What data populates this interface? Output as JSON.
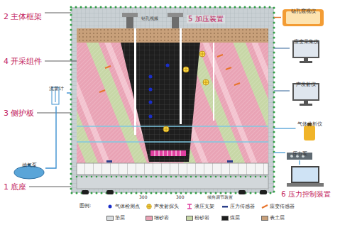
{
  "diagram": {
    "nodes": [
      {
        "text": [
          "2 主体框架"
        ]
      },
      {
        "text": [
          "钻孔窥视仪"
        ]
      },
      {
        "text": [
          "应变采集仪"
        ]
      },
      {
        "text": [
          "声发射仪"
        ]
      },
      {
        "text": [
          "气体分析仪"
        ]
      },
      {
        "text": [
          "压力泵"
        ]
      },
      {
        "text": [
          "6 压力控制装置"
        ]
      },
      {
        "text": [
          "流量计"
        ]
      },
      {
        "text": [
          "抽气泵"
        ]
      }
    ],
    "edges": [
      {
        "from": 0,
        "to": 1,
        "arrow": "none"
      },
      {
        "from": 0,
        "to": 2,
        "arrow": "none"
      },
      {
        "from": 0,
        "to": 3,
        "arrow": "none"
      },
      {
        "from": 0,
        "to": 4,
        "arrow": "none"
      },
      {
        "from": 0,
        "to": 5,
        "arrow": "none"
      },
      {
        "from": 5,
        "to": 6,
        "arrow": "none"
      },
      {
        "from": 0,
        "to": 7,
        "arrow": "none"
      },
      {
        "from": 7,
        "to": 8,
        "arrow": "none"
      }
    ],
    "labels": [
      "4 开采组件",
      "3 侧护板",
      "1 底座",
      "5 加压装置",
      "钻孔视频",
      "300",
      "300",
      "倾角调节装置",
      "图例:"
    ],
    "legend": [
      {
        "text": "气体检测点"
      },
      {
        "text": "声发射探头"
      },
      {
        "text": "液压支架"
      },
      {
        "text": "压力传感器"
      },
      {
        "text": "应变传感器"
      },
      {
        "text": "垫层",
        "color": "#d9dde0"
      },
      {
        "text": "细砂岩",
        "color": "#e9a3b5"
      },
      {
        "text": "粉砂岩",
        "color": "#c7d7a6"
      },
      {
        "text": "煤层",
        "color": "#1e1e1e"
      },
      {
        "text": "表土层",
        "color": "#c8a07a"
      }
    ]
  }
}
